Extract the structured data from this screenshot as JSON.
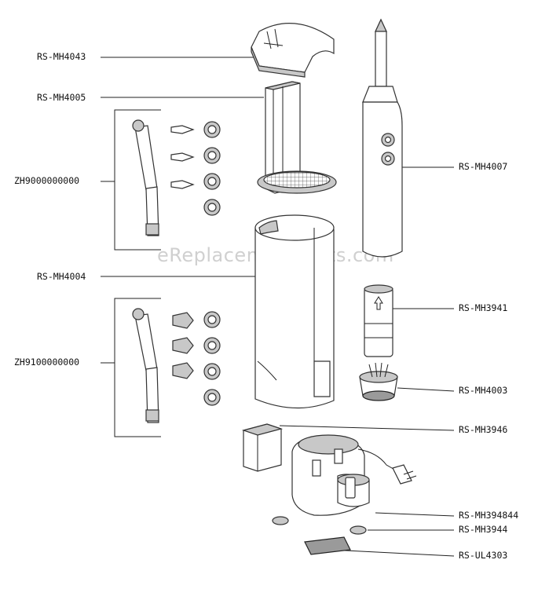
{
  "watermark": "eReplacementParts.com",
  "labels": {
    "lid": "RS-MH4043",
    "holder": "RS-MH4005",
    "attachment_set_1": "ZH9000000000",
    "handle": "RS-MH4007",
    "cover": "RS-MH4004",
    "neck": "RS-MH3941",
    "attachment_set_2": "ZH9100000000",
    "coupling": "RS-MH4003",
    "clip": "RS-MH3946",
    "base": "RS-MH394844",
    "feet": "RS-MH3944",
    "plate": "RS-UL4303"
  }
}
